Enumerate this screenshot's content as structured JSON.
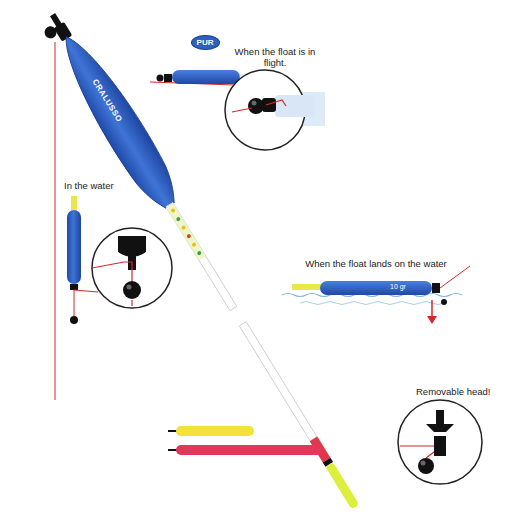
{
  "diagram": {
    "nodes": [
      {
        "text": [
          "PUR"
        ]
      }
    ],
    "labels": [
      "When the float is in flight.",
      "In the water",
      "When the float lands on the water",
      "Removable head!",
      "10 gr",
      "CRALUSSO"
    ]
  }
}
